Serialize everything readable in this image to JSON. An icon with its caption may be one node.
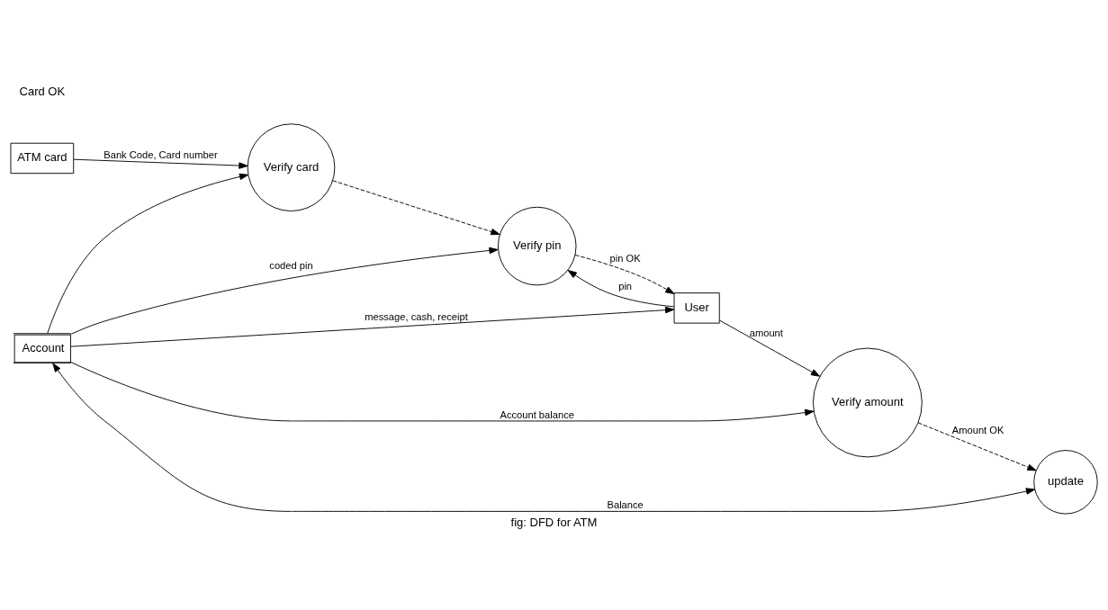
{
  "diagram": {
    "caption": "fig: DFD for ATM",
    "nodes": [
      {
        "text": [
          "ATM card"
        ]
      },
      {
        "text": [
          "Verify card"
        ]
      },
      {
        "text": [
          "Account"
        ]
      },
      {
        "text": [
          "Verify pin"
        ]
      },
      {
        "text": [
          "User"
        ]
      },
      {
        "text": [
          "Verify amount"
        ]
      },
      {
        "text": [
          "update"
        ]
      }
    ],
    "edges": [
      {
        "from": 0,
        "to": 1,
        "arrow": "to",
        "label": "Bank Code, Card number"
      },
      {
        "from": 2,
        "to": 1,
        "arrow": "to"
      },
      {
        "from": 1,
        "to": 3,
        "arrow": "to",
        "style": "dashed"
      },
      {
        "from": 2,
        "to": 3,
        "arrow": "to",
        "label": "coded pin"
      },
      {
        "from": 2,
        "to": 4,
        "arrow": "to",
        "label": "message, cash, receipt"
      },
      {
        "from": 2,
        "to": 5,
        "arrow": "to",
        "label": "Account balance"
      },
      {
        "from": 2,
        "to": 6,
        "arrow": "both",
        "label": "Balance"
      },
      {
        "from": 4,
        "to": 3,
        "arrow": "to",
        "label": "pin"
      },
      {
        "from": 3,
        "to": 4,
        "arrow": "to",
        "label": "pin OK",
        "style": "dashed"
      },
      {
        "from": 4,
        "to": 5,
        "arrow": "to",
        "label": "amount"
      },
      {
        "from": 5,
        "to": 6,
        "arrow": "to",
        "label": "Amount OK",
        "style": "dashed"
      }
    ],
    "labels": [
      "Card OK"
    ]
  }
}
